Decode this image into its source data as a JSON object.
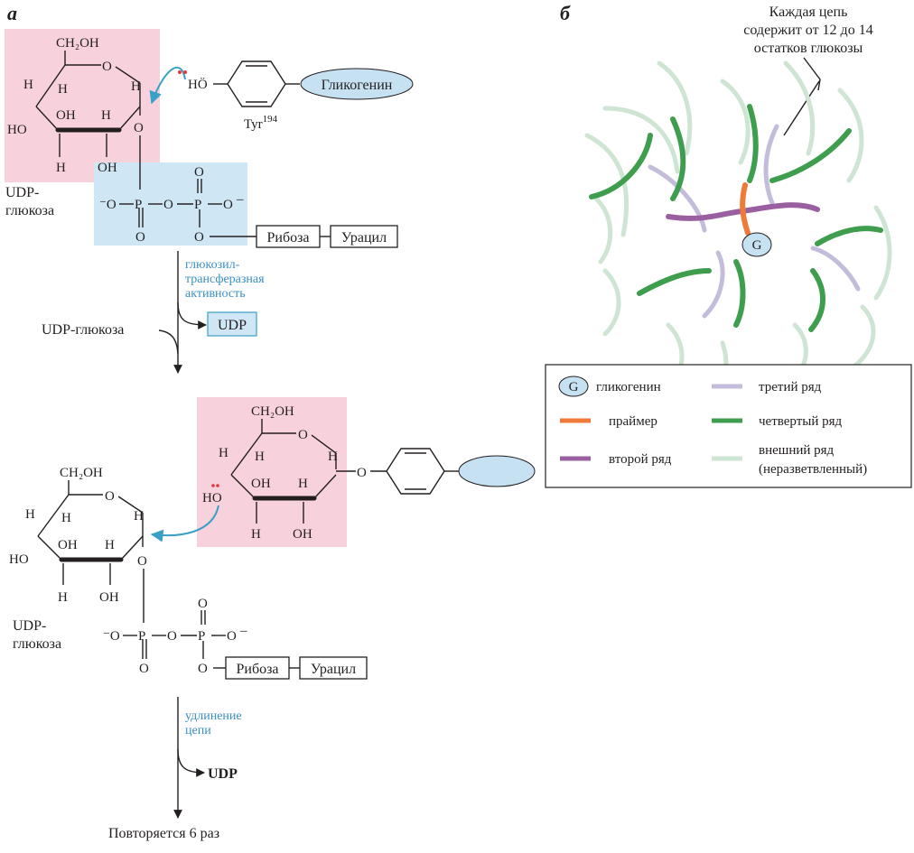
{
  "panels": {
    "a": "а",
    "b": "б"
  },
  "atoms": {
    "ch2oh": "CH₂OH",
    "o": "O",
    "h": "H",
    "oh": "OH",
    "ho": "HO",
    "p": "P",
    "o_minus": "⁻O",
    "minus": "–",
    "hO": "HÖ"
  },
  "step1": {
    "glycogenin": "Гликогенин",
    "tyr": "Tyr",
    "tyr_sup": "194",
    "udp_glucose_line1": "UDP-",
    "udp_glucose_line2": "глюкоза",
    "ribose": "Рибоза",
    "uracil": "Урацил",
    "enzyme_line1": "глюкозил-",
    "enzyme_line2": "трансферазная",
    "enzyme_line3": "активность",
    "udp_out": "UDP",
    "udp_glucose_in": "UDP-глюкоза"
  },
  "step2": {
    "udp_glucose_line1": "UDP-",
    "udp_glucose_line2": "глюкоза",
    "ribose": "Рибоза",
    "uracil": "Урацил",
    "elong_line1": "удлинение",
    "elong_line2": "цепи",
    "udp_out": "UDP",
    "repeat": "Повторяется 6 раз"
  },
  "b": {
    "annotation_line1": "Каждая цепь",
    "annotation_line2": "содержит от 12 до 14",
    "annotation_line3": "остатков глюкозы",
    "center_label": "G"
  },
  "legend": {
    "g_symbol": "G",
    "glycogenin": "гликогенин",
    "primer": "праймер",
    "second": "второй ряд",
    "third": "третий ряд",
    "fourth": "четвертый ряд",
    "outer_line1": "внешний ряд",
    "outer_line2": "(неразветвленный)"
  },
  "colors": {
    "pink": "#f7d2dc",
    "light_blue": "#cfe6f5",
    "ellipse": "#c6e1f2",
    "primer": "#f07a3a",
    "second": "#9a5fa0",
    "third": "#c4bcdb",
    "fourth": "#3f9e4e",
    "outer": "#cfe5d3",
    "arrow_blue": "#3aa0c8"
  }
}
